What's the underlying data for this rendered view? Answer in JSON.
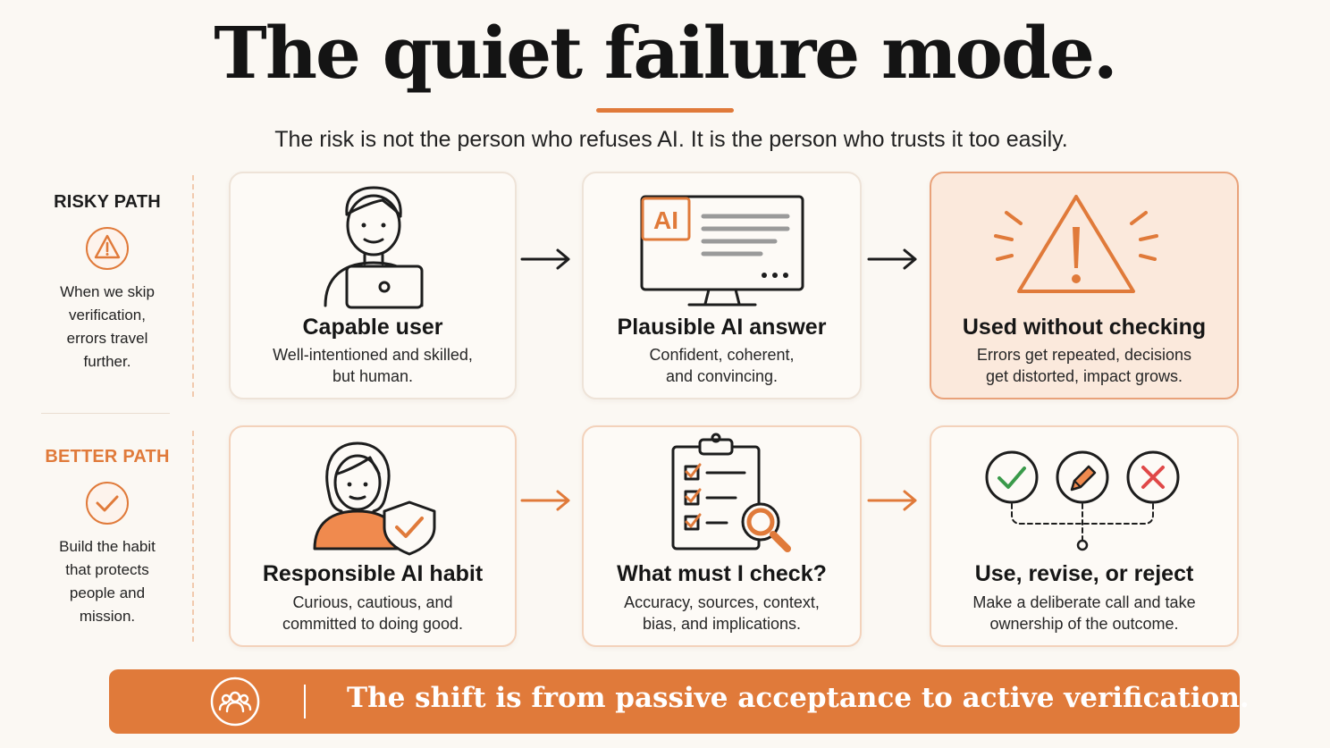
{
  "title": "The quiet failure mode.",
  "subtitle": "The risk is not the person who refuses AI. It is the person who trusts it too easily.",
  "risky": {
    "heading": "RISKY PATH",
    "desc_lines": [
      "When we skip",
      "verification,",
      "errors travel",
      "further."
    ],
    "icon": "warning-triangle-icon"
  },
  "better": {
    "heading": "BETTER PATH",
    "desc_lines": [
      "Build the habit",
      "that protects",
      "people and",
      "mission."
    ],
    "icon": "check-circle-icon"
  },
  "risky_cards": [
    {
      "title": "Capable user",
      "desc_lines": [
        "Well-intentioned and skilled,",
        "but human."
      ],
      "icon": "person-laptop-icon"
    },
    {
      "title": "Plausible AI answer",
      "desc_lines": [
        "Confident, coherent,",
        "and convincing."
      ],
      "icon": "ai-monitor-icon",
      "badge": "AI"
    },
    {
      "title": "Used without checking",
      "desc_lines": [
        "Errors get repeated, decisions",
        "get distorted, impact grows."
      ],
      "icon": "alert-triangle-icon"
    }
  ],
  "better_cards": [
    {
      "title": "Responsible AI habit",
      "desc_lines": [
        "Curious, cautious, and",
        "committed to doing good."
      ],
      "icon": "person-shield-icon"
    },
    {
      "title": "What must I check?",
      "desc_lines": [
        "Accuracy, sources, context,",
        "bias, and implications."
      ],
      "icon": "checklist-magnifier-icon"
    },
    {
      "title": "Use, revise, or reject",
      "desc_lines": [
        "Make a deliberate call and take",
        "ownership of the outcome."
      ],
      "icon": "decision-options-icon"
    }
  ],
  "banner": {
    "text": "The shift is from passive acceptance to active verification.",
    "icon": "people-group-icon"
  },
  "colors": {
    "accent": "#e07a3a",
    "background": "#fbf8f3",
    "ink": "#141414",
    "success": "#3a9a4a",
    "danger": "#e04848"
  }
}
